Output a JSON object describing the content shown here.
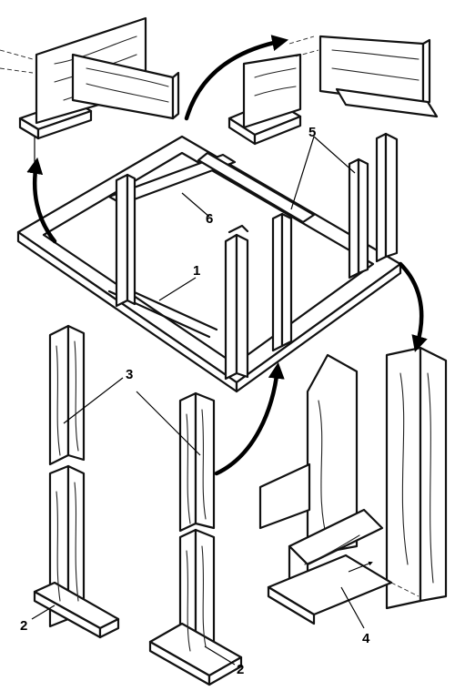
{
  "callouts": {
    "one": "1",
    "two_left": "2",
    "two_right": "2",
    "three": "3",
    "four": "4",
    "five": "5",
    "six": "6"
  }
}
